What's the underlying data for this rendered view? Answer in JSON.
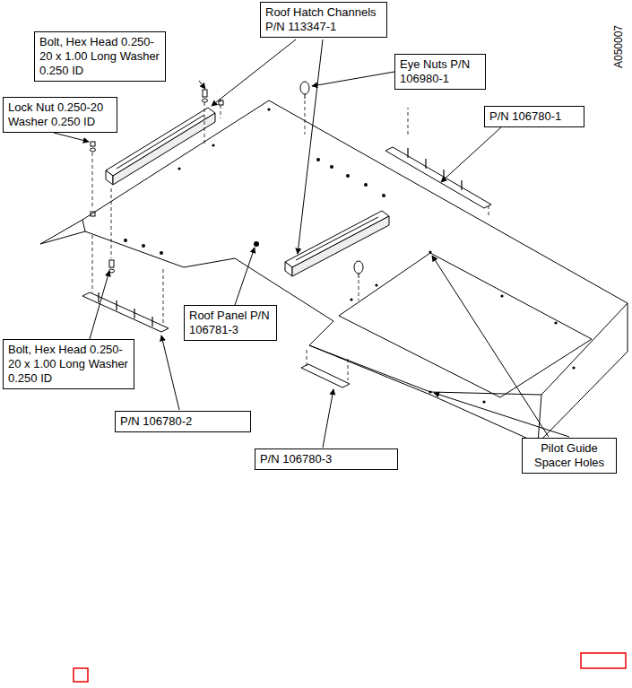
{
  "diagram": {
    "nodes": [
      {
        "text": [
          "Roof Hatch Channels P/N 113347-1"
        ]
      },
      {
        "text": [
          "Bolt, Hex Head 0.250-20 x 1.00 Long Washer 0.250 ID"
        ]
      },
      {
        "text": [
          "Eye Nuts P/N 106980-1"
        ]
      },
      {
        "text": [
          "Lock Nut 0.250-20 Washer 0.250 ID"
        ]
      },
      {
        "text": [
          "P/N 106780-1"
        ]
      },
      {
        "text": [
          "Roof Panel P/N 106781-3"
        ]
      },
      {
        "text": [
          "Bolt, Hex Head 0.250-20 x 1.00 Long Washer 0.250 ID"
        ]
      },
      {
        "text": [
          "P/N 106780-2"
        ]
      },
      {
        "text": [
          "P/N 106780-3"
        ]
      },
      {
        "text": [
          "Pilot Guide Spacer Holes"
        ]
      }
    ],
    "labels": [
      "A050007"
    ]
  }
}
